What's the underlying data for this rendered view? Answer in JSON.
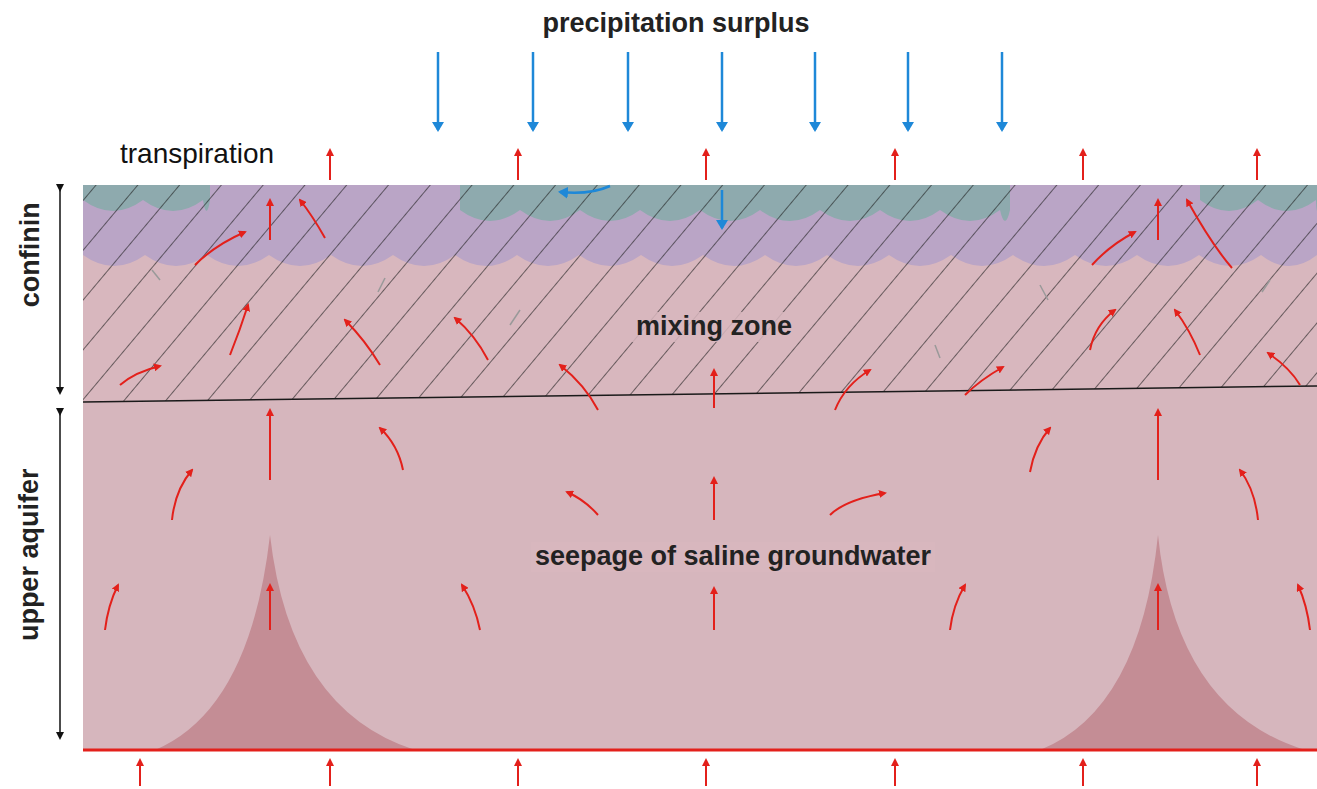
{
  "diagram": {
    "labels": [
      "precipitation surplus",
      "transpiration",
      "confinin",
      "mixing zone",
      "upper aquifer",
      "seepage of saline groundwater"
    ]
  }
}
